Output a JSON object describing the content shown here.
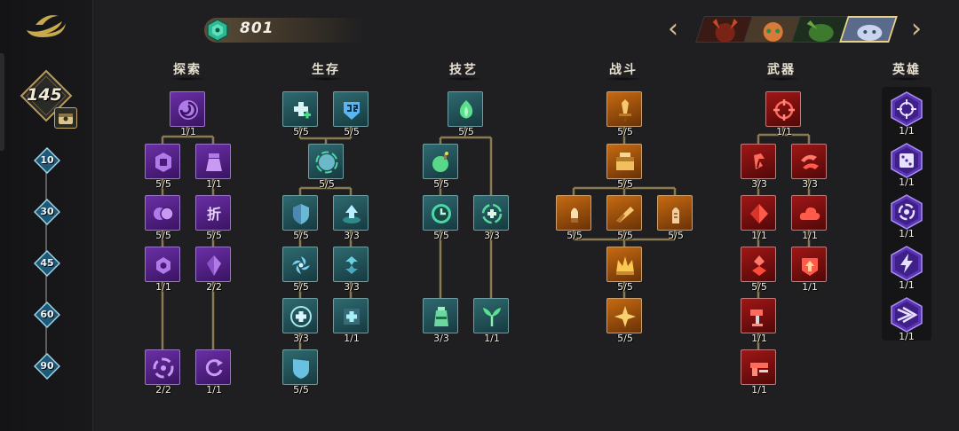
{
  "currency": {
    "value": "801",
    "icon": "teal-gem-icon"
  },
  "player": {
    "level": "145"
  },
  "milestones": [
    "10",
    "30",
    "45",
    "60",
    "90"
  ],
  "heroes": [
    {
      "name": "hero-1",
      "selected": false
    },
    {
      "name": "hero-2",
      "selected": false
    },
    {
      "name": "hero-3",
      "selected": false
    },
    {
      "name": "hero-4",
      "selected": true
    }
  ],
  "categories": {
    "explore": "探索",
    "survive": "生存",
    "skill": "技艺",
    "combat": "战斗",
    "weapon": "武器",
    "hero": "英雄"
  },
  "nodes": {
    "explore": [
      {
        "id": "ex1",
        "count": "1/1",
        "icon": "swirl-icon"
      },
      {
        "id": "ex2",
        "count": "5/5",
        "icon": "coin-icon"
      },
      {
        "id": "ex3",
        "count": "1/1",
        "icon": "bag-icon"
      },
      {
        "id": "ex4",
        "count": "5/5",
        "icon": "double-coin-icon"
      },
      {
        "id": "ex5",
        "count": "5/5",
        "text": "折",
        "icon": "discount-icon"
      },
      {
        "id": "ex6",
        "count": "1/1",
        "icon": "coin-up-icon"
      },
      {
        "id": "ex7",
        "count": "2/2",
        "icon": "crystal-icon"
      },
      {
        "id": "ex8",
        "count": "2/2",
        "icon": "recycle-icon"
      },
      {
        "id": "ex9",
        "count": "1/1",
        "icon": "refresh-icon"
      }
    ],
    "survive": [
      {
        "id": "sv1",
        "count": "5/5",
        "icon": "heal-plus-icon"
      },
      {
        "id": "sv2",
        "count": "5/5",
        "icon": "armor-icon"
      },
      {
        "id": "sv3",
        "count": "5/5",
        "icon": "regen-orb-icon"
      },
      {
        "id": "sv4",
        "count": "5/5",
        "icon": "shield-icon"
      },
      {
        "id": "sv5",
        "count": "3/3",
        "icon": "heal-up-icon"
      },
      {
        "id": "sv6",
        "count": "5/5",
        "icon": "spin-icon"
      },
      {
        "id": "sv7",
        "count": "3/3",
        "icon": "cycle-icon"
      },
      {
        "id": "sv8",
        "count": "3/3",
        "icon": "medic-cross-icon"
      },
      {
        "id": "sv9",
        "count": "1/1",
        "icon": "cross-badge-icon"
      },
      {
        "id": "sv10",
        "count": "5/5",
        "icon": "banner-shield-icon"
      }
    ],
    "skill": [
      {
        "id": "sk1",
        "count": "5/5",
        "icon": "leaf-flame-icon"
      },
      {
        "id": "sk2",
        "count": "5/5",
        "icon": "bomb-icon"
      },
      {
        "id": "sk3",
        "count": "5/5",
        "icon": "timer-icon"
      },
      {
        "id": "sk4",
        "count": "3/3",
        "icon": "heal-cycle-icon"
      },
      {
        "id": "sk5",
        "count": "3/3",
        "icon": "potion-icon"
      },
      {
        "id": "sk6",
        "count": "1/1",
        "icon": "sprout-icon"
      }
    ],
    "combat": [
      {
        "id": "cb1",
        "count": "5/5",
        "icon": "sword-icon"
      },
      {
        "id": "cb2",
        "count": "5/5",
        "icon": "ammo-box-icon"
      },
      {
        "id": "cb3",
        "count": "5/5",
        "icon": "bullet-icon"
      },
      {
        "id": "cb4",
        "count": "5/5",
        "icon": "knife-icon"
      },
      {
        "id": "cb5",
        "count": "5/5",
        "icon": "shell-icon"
      },
      {
        "id": "cb6",
        "count": "5/5",
        "icon": "crown-icon"
      },
      {
        "id": "cb7",
        "count": "5/5",
        "icon": "star-burst-icon"
      }
    ],
    "weapon": [
      {
        "id": "wp1",
        "count": "1/1",
        "icon": "crosshair-icon"
      },
      {
        "id": "wp2",
        "count": "3/3",
        "icon": "wind-icon"
      },
      {
        "id": "wp3",
        "count": "3/3",
        "icon": "claw-icon"
      },
      {
        "id": "wp4",
        "count": "1/1",
        "icon": "diamond-icon"
      },
      {
        "id": "wp5",
        "count": "1/1",
        "icon": "cloud-icon"
      },
      {
        "id": "wp6",
        "count": "5/5",
        "icon": "gem-drop-icon"
      },
      {
        "id": "wp7",
        "count": "1/1",
        "icon": "arrow-up-icon"
      },
      {
        "id": "wp8",
        "count": "1/1",
        "icon": "hammer-icon"
      },
      {
        "id": "wp9",
        "count": "1/1",
        "icon": "gun-icon"
      }
    ],
    "hero": [
      {
        "id": "hr1",
        "count": "1/1",
        "icon": "target-icon"
      },
      {
        "id": "hr2",
        "count": "1/1",
        "icon": "dice-icon"
      },
      {
        "id": "hr3",
        "count": "1/1",
        "icon": "vortex-icon"
      },
      {
        "id": "hr4",
        "count": "1/1",
        "icon": "lightning-icon"
      },
      {
        "id": "hr5",
        "count": "1/1",
        "icon": "dash-icon"
      }
    ]
  },
  "colors": {
    "explore": "#5a2494",
    "survive": "#24565c",
    "skill": "#24565c",
    "combat": "#a85a0e",
    "weapon": "#8c1010",
    "hero": "#4e2a9c",
    "line": "#8a7a52"
  }
}
